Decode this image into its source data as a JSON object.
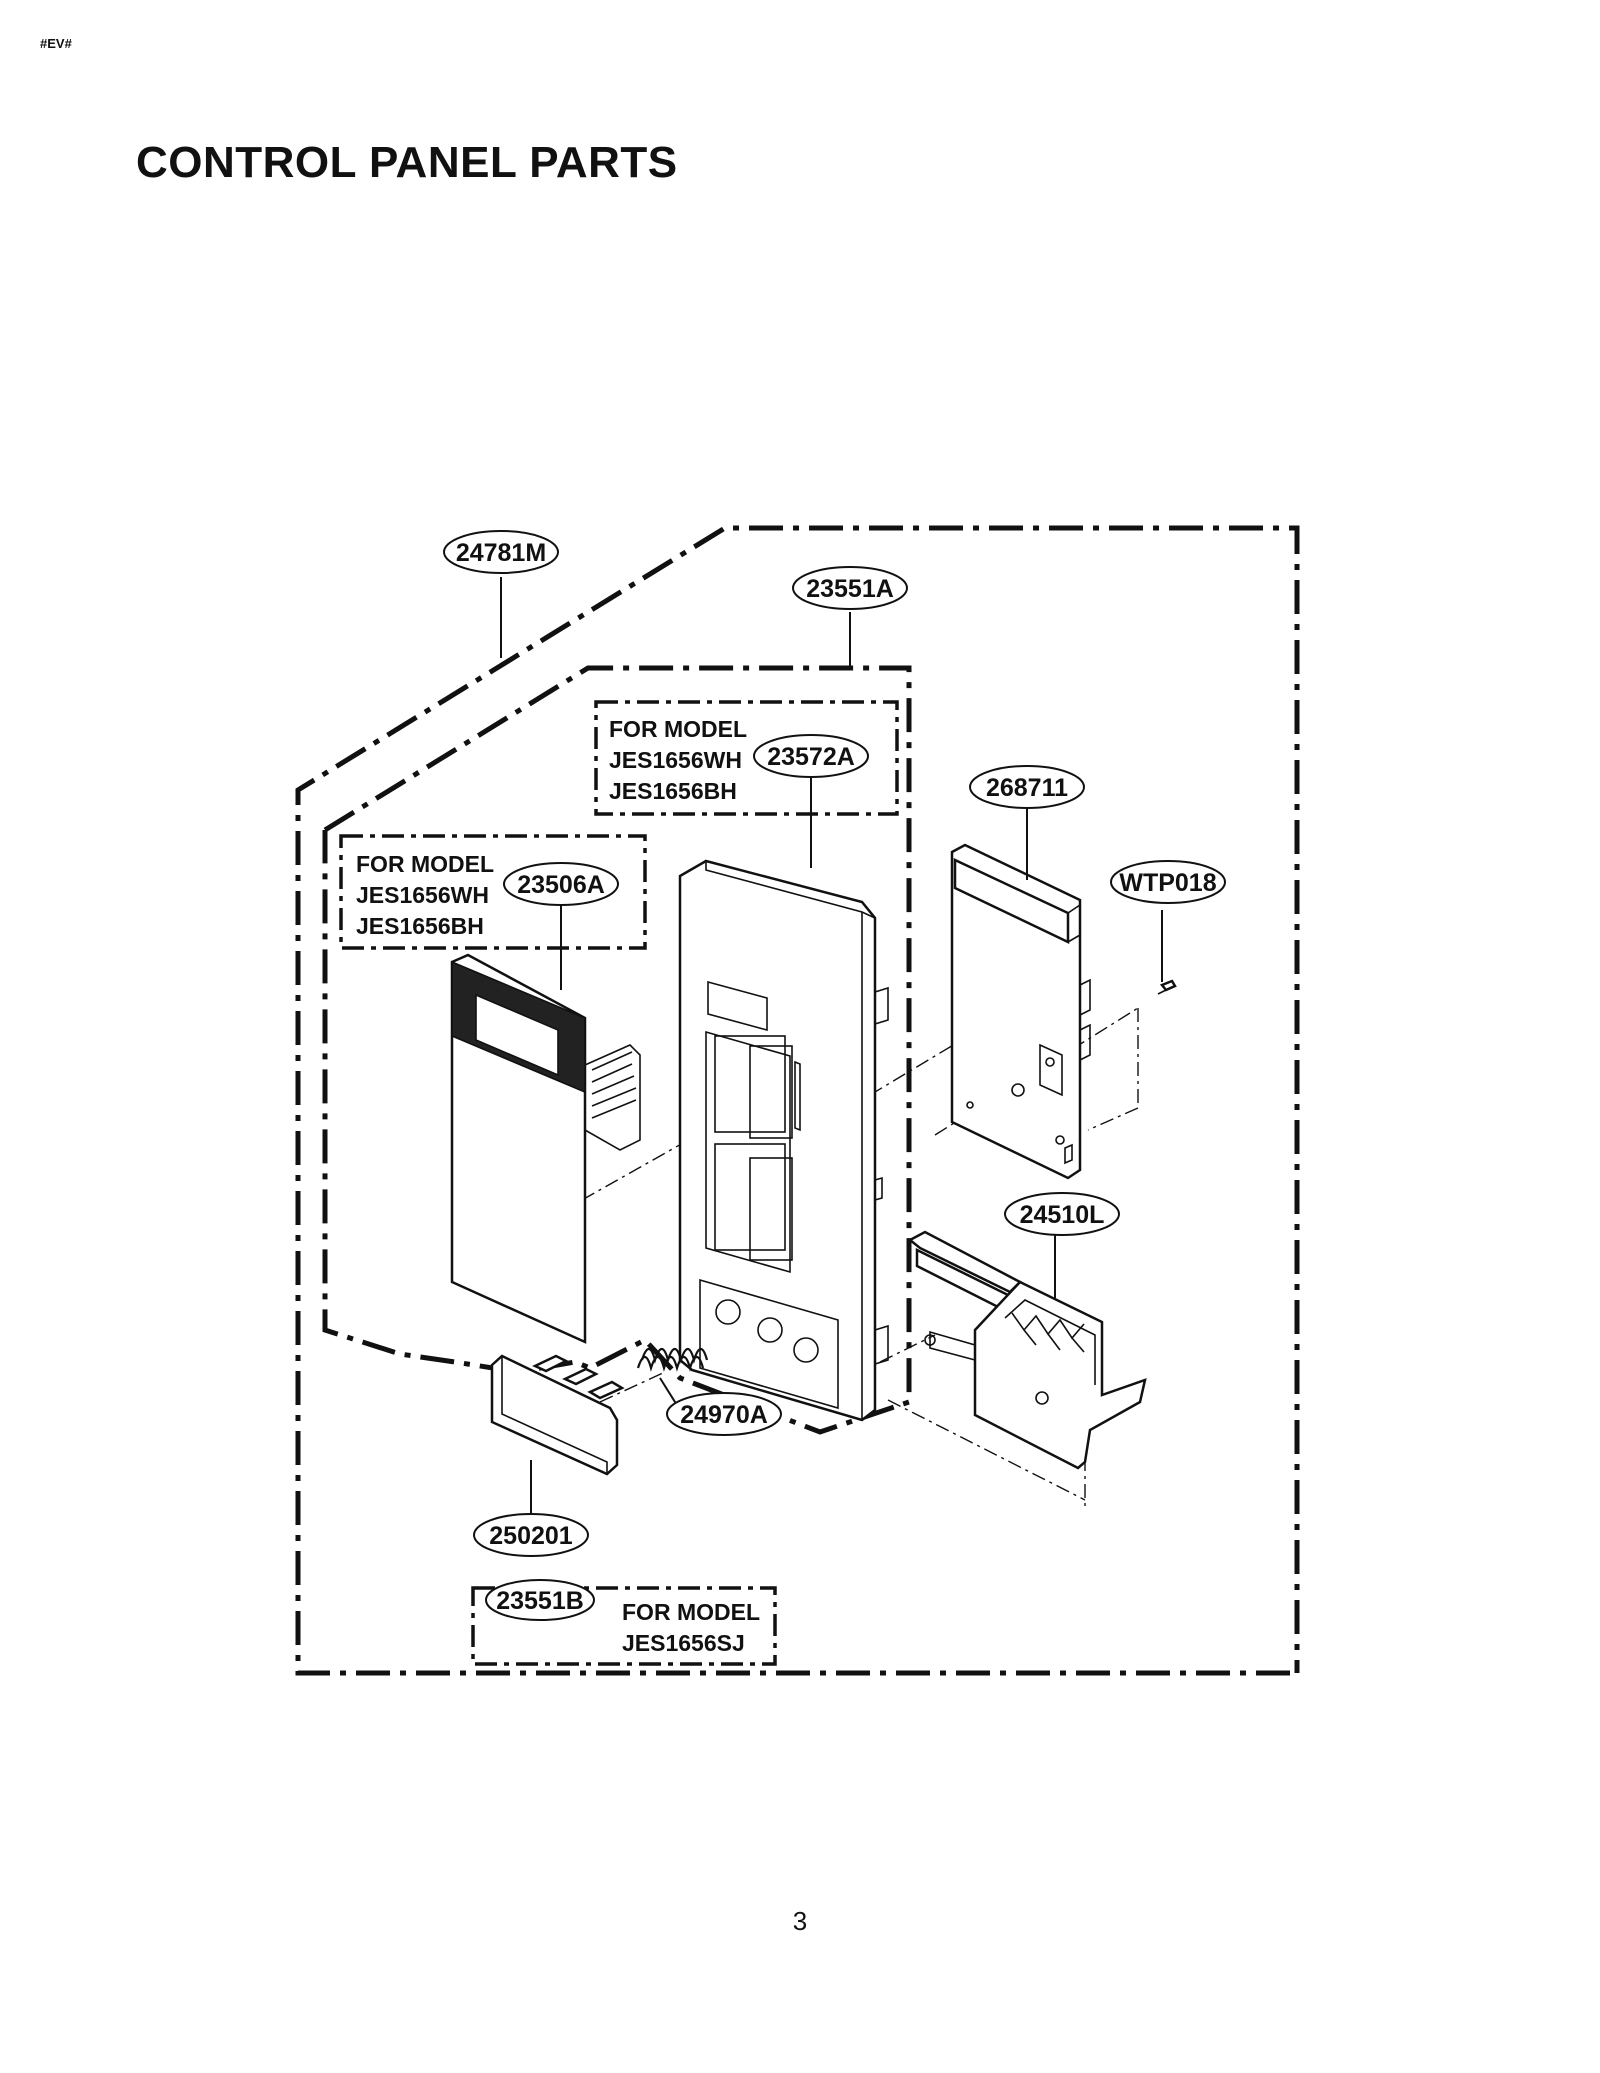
{
  "header": {
    "tag": "#EV#"
  },
  "title": "CONTROL PANEL PARTS",
  "page_number": "3",
  "callouts": {
    "c24781m": "24781M",
    "c23551a": "23551A",
    "c23572a": "23572A",
    "c268711": "268711",
    "cwtp018": "WTP018",
    "c23506a": "23506A",
    "c24510l": "24510L",
    "c24970a": "24970A",
    "c250201": "250201",
    "c23551b": "23551B"
  },
  "notes": {
    "box1": {
      "line1": "FOR MODEL",
      "line2": "JES1656WH",
      "line3": "JES1656BH"
    },
    "box2": {
      "line1": "FOR MODEL",
      "line2": "JES1656WH",
      "line3": "JES1656BH"
    },
    "box3": {
      "line1": "FOR MODEL",
      "line2": "JES1656SJ"
    }
  }
}
